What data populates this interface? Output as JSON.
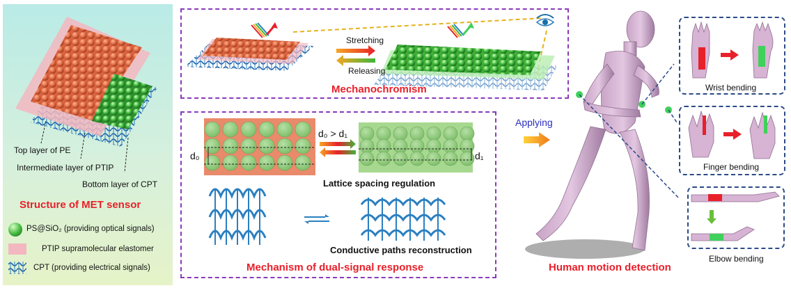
{
  "structure": {
    "labels": {
      "top": "Top layer of PE",
      "intermediate": "Intermediate layer of PTIP",
      "bottom": "Bottom layer of CPT"
    },
    "title": "Structure of MET sensor",
    "legend": [
      {
        "text": "PS@SiO₂ (providing optical signals)",
        "icon": "green-sphere-icon"
      },
      {
        "text": "PTIP supramolecular elastomer",
        "icon": "pink-square-icon"
      },
      {
        "text": "CPT (providing electrical signals)",
        "icon": "knit-fabric-icon"
      }
    ]
  },
  "mechanochromism": {
    "title": "Mechanochromism",
    "stretching": "Stretching",
    "releasing": "Releasing"
  },
  "mechanism": {
    "title": "Mechanism of dual-signal response",
    "relation": "d₀ > d₁",
    "d0": "d₀",
    "d1": "d₁",
    "lattice_caption": "Lattice spacing regulation",
    "conductive_caption": "Conductive paths reconstruction"
  },
  "applying": "Applying",
  "human": {
    "title": "Human motion detection",
    "wrist": "Wrist bending",
    "finger": "Finger bending",
    "elbow": "Elbow bending"
  },
  "colors": {
    "accent_red": "#e8202a",
    "purple_dash": "#8a3ab9",
    "blue_dash": "#2b4a86",
    "sphere_orange": "#e0704e",
    "sphere_green": "#4cc23a",
    "elastomer_pink": "#f3b7c0",
    "fabric_blue": "#2a7fc1"
  }
}
